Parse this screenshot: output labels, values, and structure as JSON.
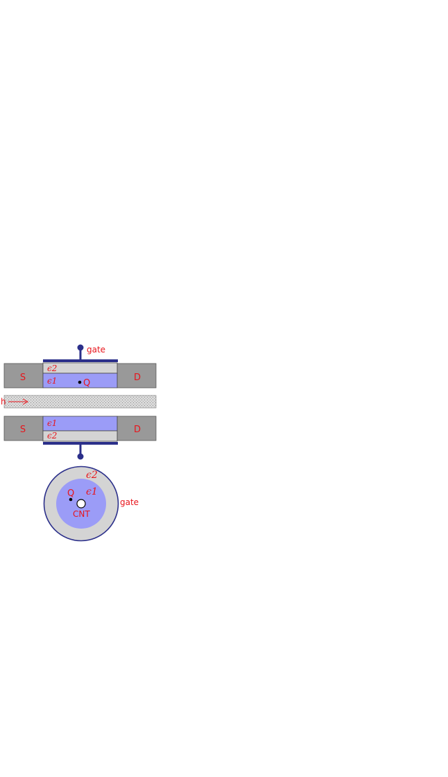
{
  "side_view": {
    "gate_label": "gate",
    "source_label": "S",
    "drain_label": "D",
    "eps_outer_label": "ϵ2",
    "eps_inner_label": "ϵ1",
    "charge_label": "Q",
    "channel_label": "h"
  },
  "cross_section": {
    "eps_outer_label": "ϵ2",
    "eps_inner_label": "ϵ1",
    "charge_label": "Q",
    "tube_label": "CNT",
    "gate_label": "gate"
  },
  "colors": {
    "label": "#e8141b",
    "electrode": "#999999",
    "dielectric_inner": "#9b9cf7",
    "dielectric_outer": "#d4d4d4",
    "gate_metal": "#2b2f8a",
    "channel": "#cfcfcf"
  }
}
